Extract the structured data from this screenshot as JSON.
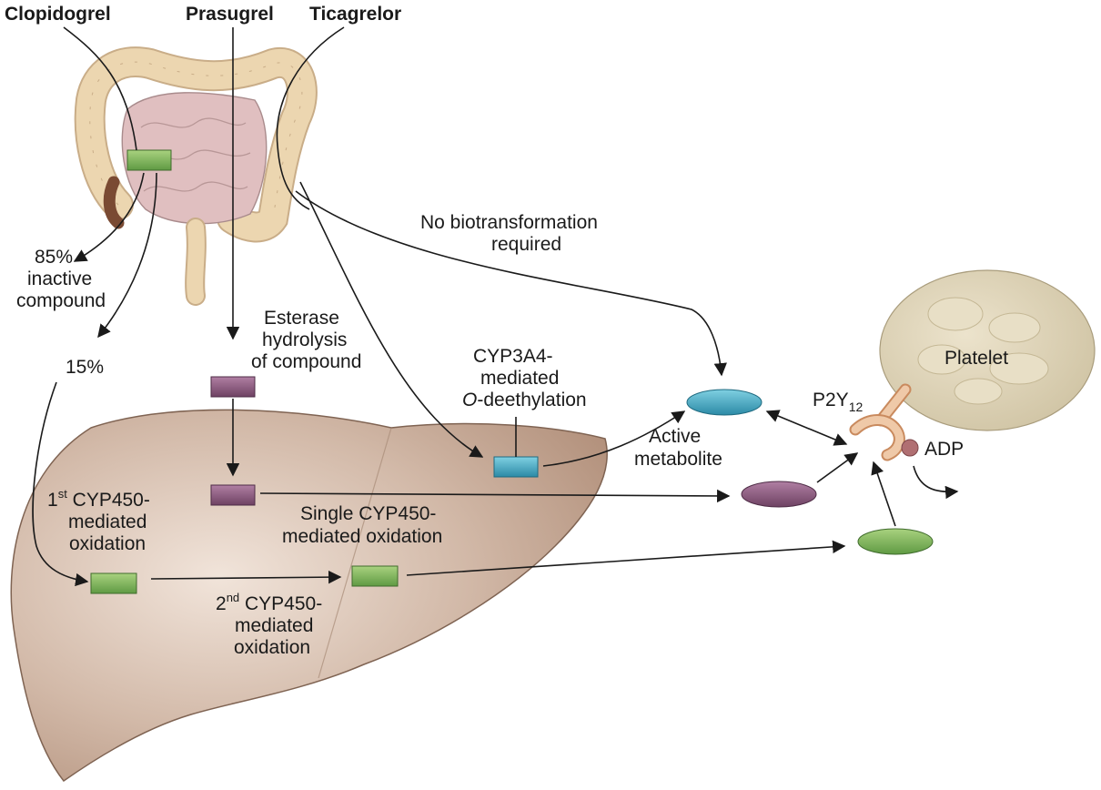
{
  "drugs": {
    "clopidogrel": "Clopidogrel",
    "prasugrel": "Prasugrel",
    "ticagrelor": "Ticagrelor"
  },
  "labels": {
    "inactive_pct": "85%",
    "inactive_l1": "inactive",
    "inactive_l2": "compound",
    "pct15": "15%",
    "esterase_l1": "Esterase",
    "esterase_l2": "hydrolysis",
    "esterase_l3": "of compound",
    "no_bio_l1": "No biotransformation",
    "no_bio_l2": "required",
    "cyp3a4_l1": "CYP3A4-",
    "cyp3a4_l2": "mediated",
    "cyp3a4_l3_italic": "O",
    "cyp3a4_l3_rest": "-deethylation",
    "active_l1": "Active",
    "active_l2": "metabolite",
    "first_num": "1",
    "first_sup": "st",
    "first_rest": " CYP450-",
    "first_l2": "mediated",
    "first_l3": "oxidation",
    "single_l1": "Single CYP450-",
    "single_l2": "mediated oxidation",
    "second_num": "2",
    "second_sup": "nd",
    "second_rest": " CYP450-",
    "second_l2": "mediated",
    "second_l3": "oxidation",
    "platelet": "Platelet",
    "receptor_main": "P2Y",
    "receptor_sub": "12",
    "adp": "ADP"
  },
  "colors": {
    "clopidogrel_green": "#7bb35a",
    "prasugrel_purple": "#8a5a7e",
    "ticagrelor_blue": "#3aa3be",
    "liver": "#c9ad9b",
    "intestine": "#e0bfc0",
    "colon": "#ecd6b0",
    "platelet": "#ddd2b6",
    "adp": "#b06f72"
  }
}
